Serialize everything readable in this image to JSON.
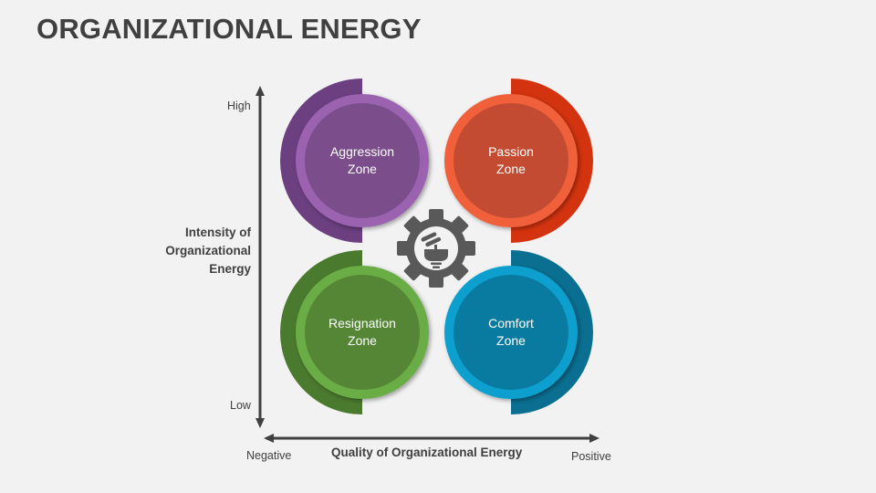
{
  "title": "ORGANIZATIONAL ENERGY",
  "y_axis": {
    "title_lines": [
      "Intensity of",
      "Organizational",
      "Energy"
    ],
    "high_label": "High",
    "low_label": "Low"
  },
  "x_axis": {
    "title": "Quality of Organizational Energy",
    "negative_label": "Negative",
    "positive_label": "Positive"
  },
  "center_icon": "gear-with-lightbulb-icon",
  "zones": [
    {
      "name": "aggression",
      "line1": "Aggression",
      "line2": "Zone",
      "position": "top-left",
      "colors": {
        "outer": "#6b3f80",
        "ring": "#9b62b0",
        "inner": "#7b4d8b"
      }
    },
    {
      "name": "passion",
      "line1": "Passion",
      "line2": "Zone",
      "position": "top-right",
      "colors": {
        "outer": "#d3330f",
        "ring": "#f0603a",
        "inner": "#c24b31"
      }
    },
    {
      "name": "resignation",
      "line1": "Resignation",
      "line2": "Zone",
      "position": "bottom-left",
      "colors": {
        "outer": "#4a7a2e",
        "ring": "#6aac45",
        "inner": "#558636"
      }
    },
    {
      "name": "comfort",
      "line1": "Comfort",
      "line2": "Zone",
      "position": "bottom-right",
      "colors": {
        "outer": "#0a6f91",
        "ring": "#0ba0cf",
        "inner": "#0a7ba0"
      }
    }
  ],
  "colors": {
    "text_dark": "#404040",
    "gear": "#595959",
    "background": "#f2f2f2"
  }
}
